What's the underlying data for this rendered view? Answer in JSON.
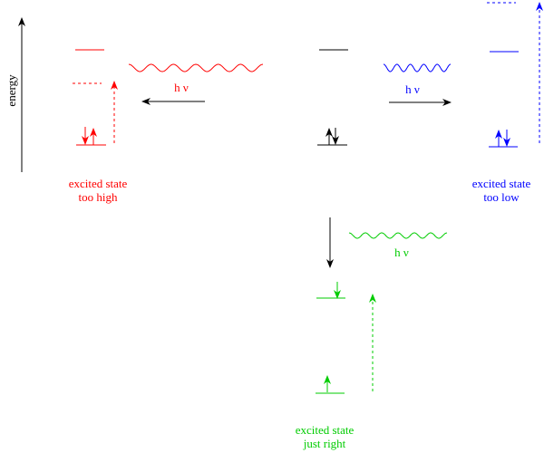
{
  "axis": {
    "label": "energy"
  },
  "colors": {
    "red": "#ff0000",
    "blue": "#0000ff",
    "green": "#00cc00",
    "black": "#000000"
  },
  "panels": {
    "too_high": {
      "photon": "h ν",
      "caption_line1": "excited state",
      "caption_line2": "too high"
    },
    "too_low": {
      "photon": "h ν",
      "caption_line1": "excited state",
      "caption_line2": "too low"
    },
    "just_right": {
      "photon": "h ν",
      "caption_line1": "excited state",
      "caption_line2": "just right"
    }
  }
}
